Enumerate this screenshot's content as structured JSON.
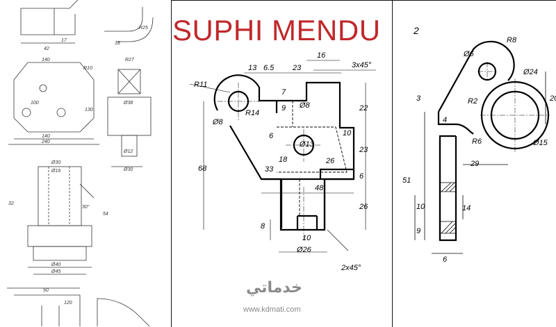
{
  "title": "SUPHI MENDU",
  "watermark": {
    "arabic": "خدماتي",
    "url": "www.kdmati.com"
  },
  "left_sheet": {
    "dims": [
      "42",
      "17",
      "18",
      "R25",
      "140",
      "R10",
      "140",
      "240",
      "100",
      "130",
      "R27",
      "Ø38",
      "Ø12",
      "Ø30",
      "Ø30",
      "Ø16",
      "32",
      "30°",
      "Ø40",
      "Ø45",
      "54",
      "50",
      "120"
    ]
  },
  "center_drawing": {
    "dims": {
      "d13": "13",
      "d6_5": "6.5",
      "d23a": "23",
      "d16": "16",
      "d3x45": "3x45°",
      "dR11": "R11",
      "d7": "7",
      "dphi8a": "Ø8",
      "d22": "22",
      "d9": "9",
      "dR14": "R14",
      "dphi8b": "Ø8",
      "d6a": "6",
      "d10a": "10",
      "dphi13": "Ø13",
      "d23b": "23",
      "d18": "18",
      "d68": "68",
      "d26a": "26",
      "d6b": "6",
      "d33": "33",
      "d48": "48",
      "d26b": "26",
      "d8": "8",
      "d10b": "10",
      "dphi26": "Ø26",
      "d2x45": "2x45°"
    }
  },
  "right_drawing": {
    "number": "2",
    "dims": {
      "dR8": "R8",
      "dphi6": "Ø6",
      "dphi24": "Ø24",
      "d3": "3",
      "dR2": "R2",
      "d20": "20",
      "d4": "4",
      "dR6": "R6",
      "dphi15": "Ø15",
      "d29": "29",
      "d51": "51",
      "d10": "10",
      "d14": "14",
      "d9": "9",
      "d6": "6"
    }
  }
}
